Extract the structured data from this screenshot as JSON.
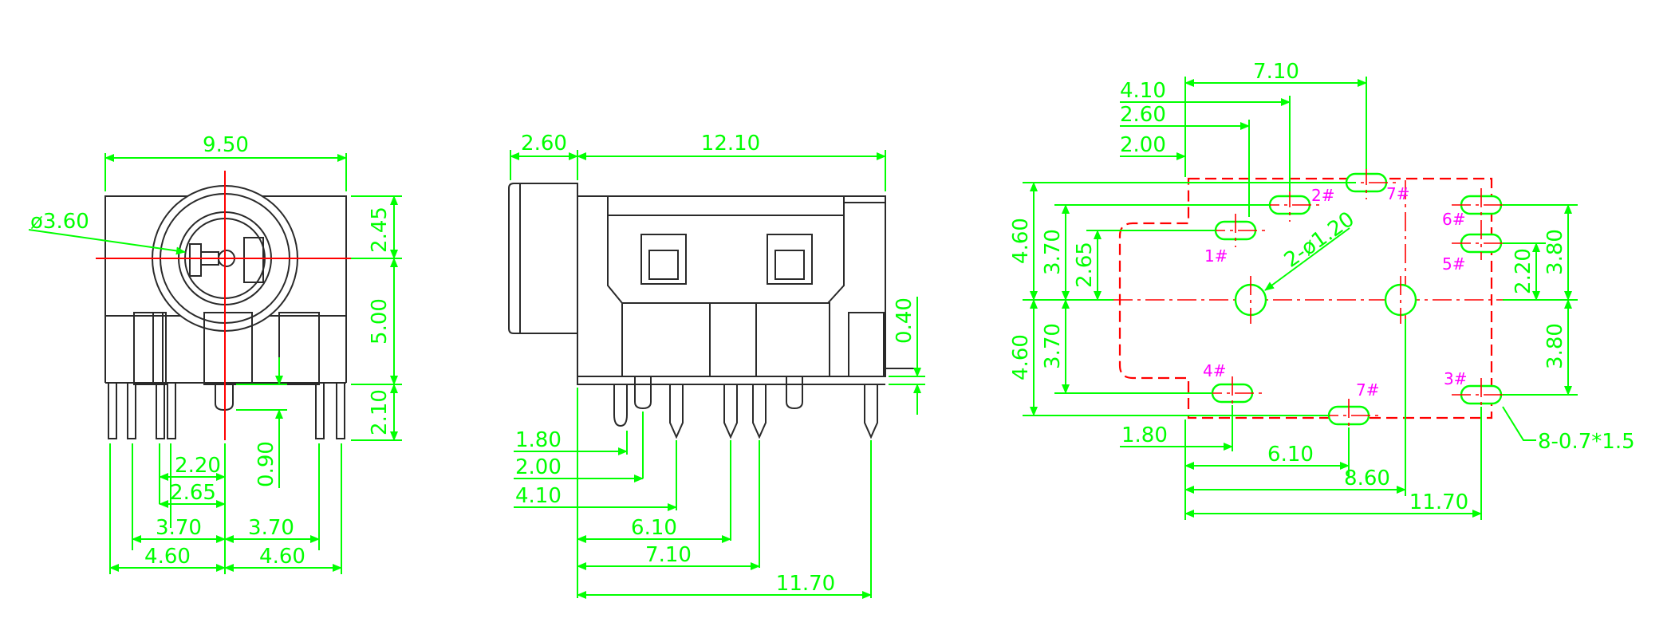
{
  "colors": {
    "outline": "#2a2a2a",
    "dimension": "#00ff00",
    "centerline": "#ff0000",
    "pin_label": "#ff00ff",
    "background": "#ffffff"
  },
  "front_view": {
    "dims": {
      "width": "9.50",
      "hole_diameter": "ø3.60",
      "top_height": "2.45",
      "mid_height": "5.00",
      "bottom_height": "2.10",
      "pin_offset": "0.90",
      "pin_2_20": "2.20",
      "pin_2_65": "2.65",
      "pin_3_70_left": "3.70",
      "pin_3_70_right": "3.70",
      "pin_4_60_left": "4.60",
      "pin_4_60_right": "4.60"
    }
  },
  "side_view": {
    "dims": {
      "front_depth": "2.60",
      "body_length": "12.10",
      "step": "0.40",
      "pin_1_80": "1.80",
      "pin_2_00": "2.00",
      "pin_4_10": "4.10",
      "pin_6_10": "6.10",
      "pin_7_10": "7.10",
      "pin_11_70": "11.70"
    }
  },
  "footprint": {
    "dims": {
      "top_7_10": "7.10",
      "top_4_10": "4.10",
      "top_2_60": "2.60",
      "top_2_00": "2.00",
      "left_4_60_top": "4.60",
      "left_3_70_top": "3.70",
      "left_2_65": "2.65",
      "left_4_60_bottom": "4.60",
      "left_3_70_bottom": "3.70",
      "right_3_80_top": "3.80",
      "right_2_20": "2.20",
      "right_3_80_bottom": "3.80",
      "bottom_1_80": "1.80",
      "bottom_6_10": "6.10",
      "bottom_8_60": "8.60",
      "bottom_11_70": "11.70",
      "hole_callout": "2-ø1.20",
      "slot_callout": "8-0.7*1.5"
    },
    "pins": {
      "p1": "1#",
      "p2": "2#",
      "p3": "3#",
      "p4": "4#",
      "p5": "5#",
      "p6": "6#",
      "p7a": "7#",
      "p7b": "7#"
    }
  }
}
